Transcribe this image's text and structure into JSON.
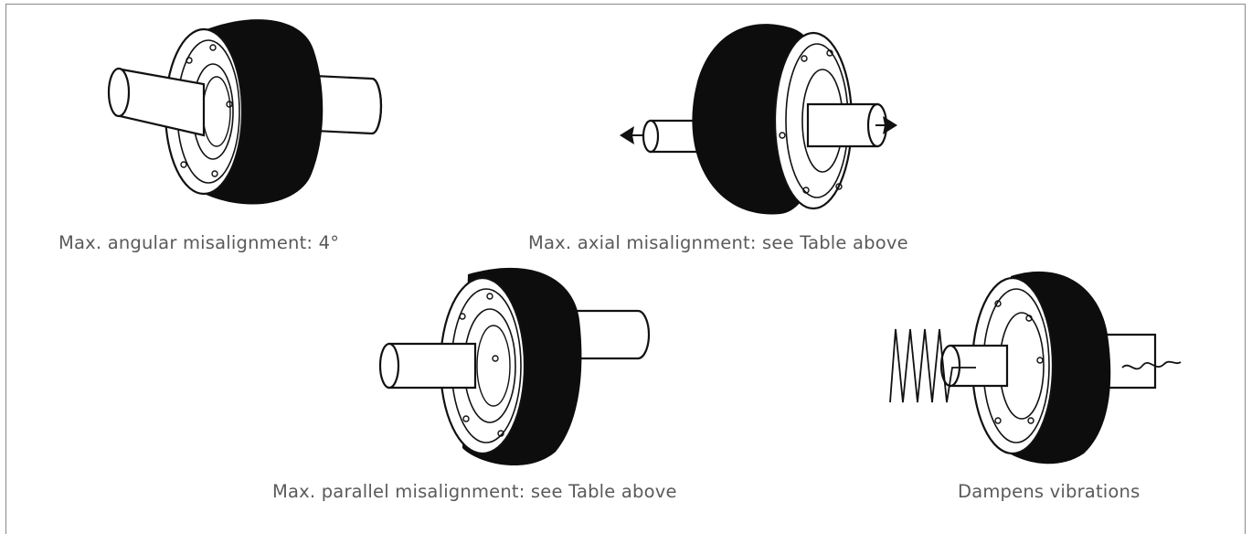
{
  "panels": [
    {
      "caption": "Max. angular misalignment: 4°"
    },
    {
      "caption": "Max. axial misalignment: see Table above"
    },
    {
      "caption": "Max. parallel misalignment: see Table above"
    },
    {
      "caption": "Dampens vibrations"
    }
  ],
  "colors": {
    "ink": "#111111",
    "tire": "#0d0d0d",
    "caption": "#5a5a5a",
    "frame": "#8a8a8a"
  }
}
